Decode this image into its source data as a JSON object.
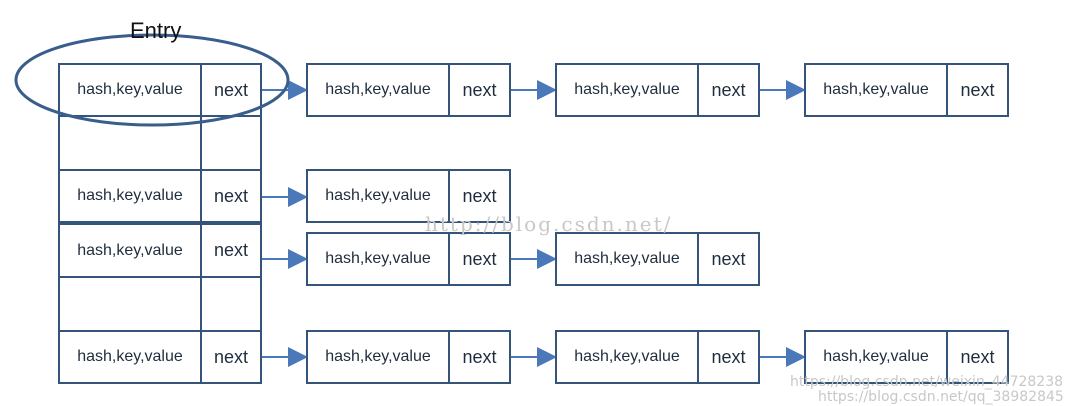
{
  "entry_label": "Entry",
  "node_text": {
    "data": "hash,key,value",
    "next": "next"
  },
  "colors": {
    "border": "#34547a",
    "arrow": "#4a78b8",
    "ellipse": "#3a5e8c"
  },
  "watermarks": [
    "http://blog.csdn.net/",
    "https://blog.csdn.net/weixin_44728238",
    "https://blog.csdn.net/qq_38982845"
  ]
}
